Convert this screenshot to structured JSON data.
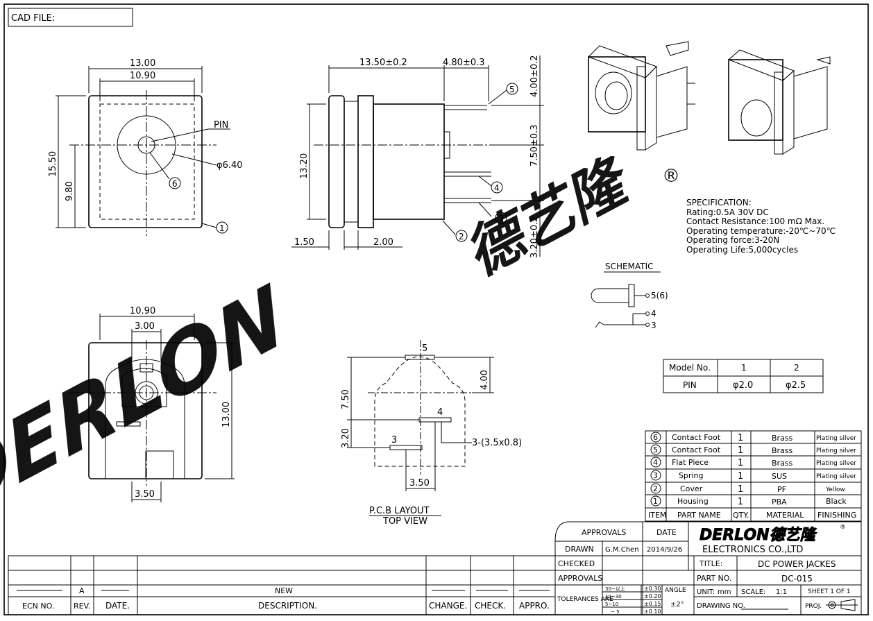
{
  "colors": {
    "line": "#000000",
    "watermark": "#3ee6ee"
  },
  "cad_file_label": "CAD FILE:",
  "front_view": {
    "width": "13.00",
    "inner_width": "10.90",
    "height": "15.50",
    "center_height": "9.80",
    "pin_label": "PIN",
    "diameter": "φ6.40",
    "callout_6": "6",
    "callout_1": "1"
  },
  "side_view": {
    "length": "13.50±0.2",
    "tab": "4.80±0.3",
    "height": "13.20",
    "flange": "1.50",
    "gap": "2.00",
    "top_offset": "4.00±0.2",
    "mid_offset": "7.50±0.3",
    "bottom_offset": "3.20±0.2",
    "callout_5": "5",
    "callout_4": "4",
    "callout_3": "3",
    "callout_2": "2"
  },
  "spec": {
    "heading": "SPECIFICATION:",
    "lines": [
      "Rating:0.5A 30V DC",
      "Contact Resistance:100 mΩ Max.",
      "Operating temperature:-20℃~70℃",
      "Operating force:3-20N",
      "Operating Life:5,000cycles"
    ]
  },
  "schematic": {
    "title": "SCHEMATIC",
    "pin_top": "5(6)",
    "pin_mid": "4",
    "pin_bot": "3"
  },
  "model_table": {
    "header": [
      "Model No.",
      "1",
      "2"
    ],
    "row": [
      "PIN",
      "φ2.0",
      "φ2.5"
    ]
  },
  "bottom_view": {
    "width": "10.90",
    "slot": "3.00",
    "height": "13.00",
    "bottom": "3.50"
  },
  "pcb": {
    "pin5": "5",
    "pin4": "4",
    "pin3": "3",
    "d400": "4.00",
    "d750": "7.50",
    "d320": "3.20",
    "d350": "3.50",
    "hole": "3-(3.5x0.8)",
    "title": "P.C.B  LAYOUT",
    "subtitle": "TOP  VIEW"
  },
  "watermark": {
    "latin": "DERLON",
    "chinese": "德艺隆",
    "reg": "®"
  },
  "bom": {
    "rows": [
      {
        "item": "6",
        "part": "Contact  Foot",
        "qty": "1",
        "material": "Brass",
        "finish": "Plating  silver"
      },
      {
        "item": "5",
        "part": "Contact  Foot",
        "qty": "1",
        "material": "Brass",
        "finish": "Plating  silver"
      },
      {
        "item": "4",
        "part": "Flat  Piece",
        "qty": "1",
        "material": "Brass",
        "finish": "Plating  silver"
      },
      {
        "item": "3",
        "part": "Spring",
        "qty": "1",
        "material": "SUS",
        "finish": "Plating  silver"
      },
      {
        "item": "2",
        "part": "Cover",
        "qty": "1",
        "material": "PF",
        "finish": "Yellow"
      },
      {
        "item": "1",
        "part": "Housing",
        "qty": "1",
        "material": "PBA",
        "finish": "Black"
      }
    ],
    "header": {
      "item": "ITEM",
      "part": "PART  NAME",
      "qty": "QTY.",
      "material": "MATERIAL",
      "finish": "FINISHING"
    }
  },
  "title_block": {
    "approvals": "APPROVALS",
    "date": "DATE",
    "drawn": "DRAWN",
    "drawn_by": "G.M.Chen",
    "drawn_date": "2014/9/26",
    "checked": "CHECKED",
    "approvals2": "APPROVALS",
    "tolerances": "TOLERANCES  ARE",
    "tol_ranges": [
      "30~以上",
      "10~30",
      "5~10",
      "~ 5"
    ],
    "tol_values": [
      "±0.30",
      "±0.20",
      "±0.15",
      "±0.10"
    ],
    "angle": "ANGLE",
    "angle_val": "±2°",
    "company_logo": "DERLON德艺隆",
    "company": "ELECTRONICS  CO.,LTD",
    "title_label": "TITLE:",
    "title": "DC  POWER  JACKES",
    "part_no_label": "PART  NO.",
    "part_no": "DC-015",
    "unit_label": "UNIT:",
    "unit": "mm",
    "scale_label": "SCALE:",
    "scale": "1:1",
    "sheet": "SHEET  1  OF  1",
    "drawing_no": "DRAWING  NO.",
    "proj": "PROJ."
  },
  "revision": {
    "ecn": "ECN  NO.",
    "rev": "REV.",
    "date": "DATE.",
    "description": "DESCRIPTION.",
    "change": "CHANGE.",
    "check": "CHECK.",
    "appro": "APPRO.",
    "rev_val": "A",
    "desc_val": "NEW"
  }
}
